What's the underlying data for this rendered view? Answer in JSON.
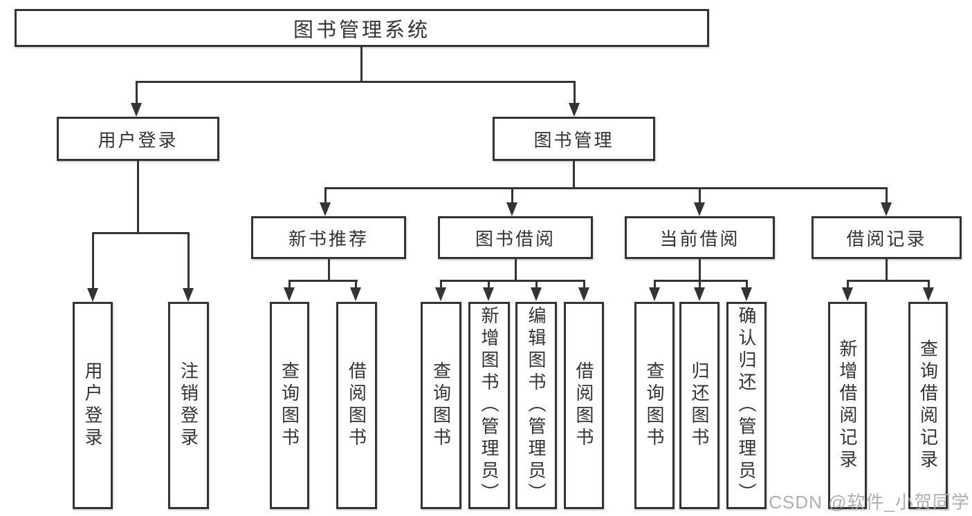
{
  "watermark": {
    "text": "CSDN @软件_小贺同学"
  },
  "colors": {
    "line": "#333333",
    "box_border": "#333333",
    "box_background": "#ffffff",
    "text": "#333333",
    "watermark": "#a9a9a9",
    "page_background": "#ffffff"
  },
  "diagram_type": "hierarchy-tree",
  "tree": {
    "label": "图书管理系统",
    "children": [
      {
        "label": "用户登录",
        "children": [
          {
            "label": "用户登录"
          },
          {
            "label": "注销登录"
          }
        ]
      },
      {
        "label": "图书管理",
        "children": [
          {
            "label": "新书推荐",
            "children": [
              {
                "label": "查询图书"
              },
              {
                "label": "借阅图书"
              }
            ]
          },
          {
            "label": "图书借阅",
            "children": [
              {
                "label": "查询图书"
              },
              {
                "label": "新增图书（管理员）"
              },
              {
                "label": "编辑图书（管理员）"
              },
              {
                "label": "借阅图书"
              }
            ]
          },
          {
            "label": "当前借阅",
            "children": [
              {
                "label": "查询图书"
              },
              {
                "label": "归还图书"
              },
              {
                "label": "确认归还（管理员）"
              }
            ]
          },
          {
            "label": "借阅记录",
            "children": [
              {
                "label": "新增借阅记录"
              },
              {
                "label": "查询借阅记录"
              }
            ]
          }
        ]
      }
    ]
  }
}
